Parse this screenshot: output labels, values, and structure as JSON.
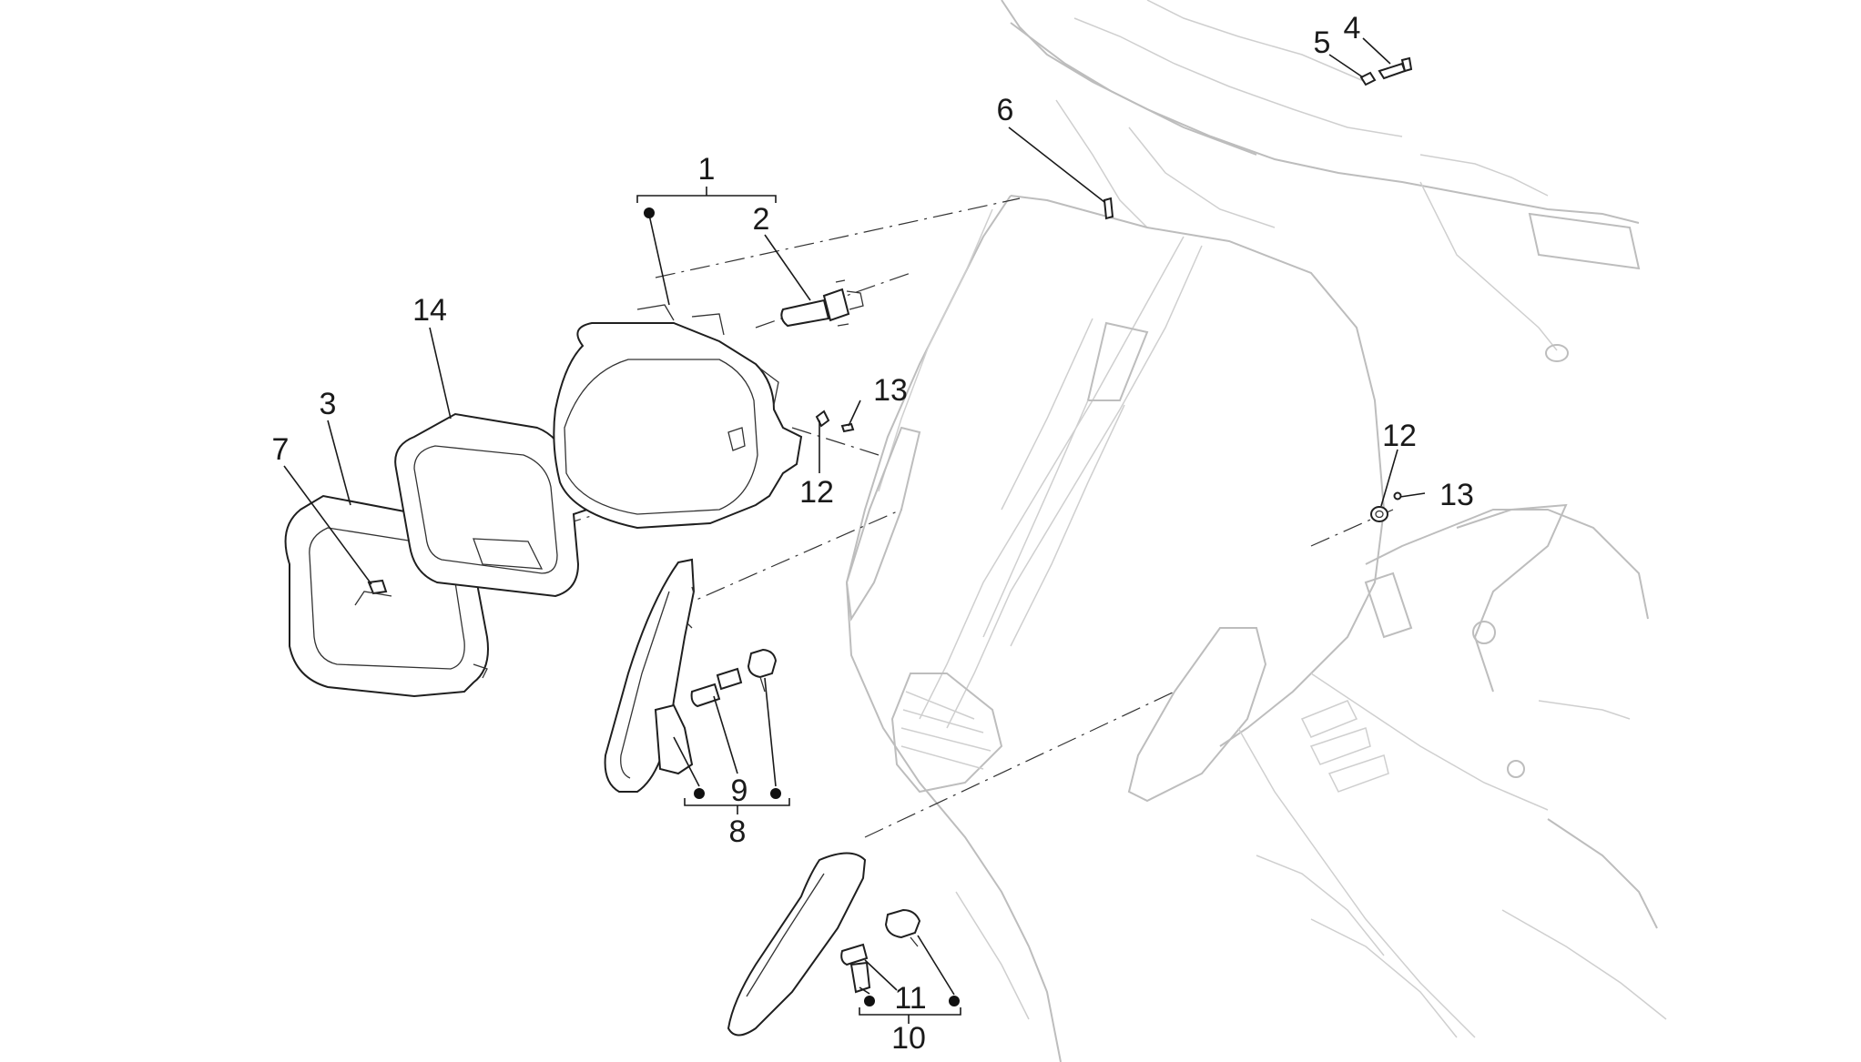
{
  "callouts": {
    "c1": "1",
    "c2": "2",
    "c3": "3",
    "c4": "4",
    "c5": "5",
    "c6": "6",
    "c7": "7",
    "c8": "8",
    "c9": "9",
    "c10": "10",
    "c11": "11",
    "c12a": "12",
    "c12b": "12",
    "c13a": "13",
    "c13b": "13",
    "c14": "14"
  },
  "colors": {
    "ink": "#1a1a1a",
    "ghost": "#cfcfcf"
  }
}
